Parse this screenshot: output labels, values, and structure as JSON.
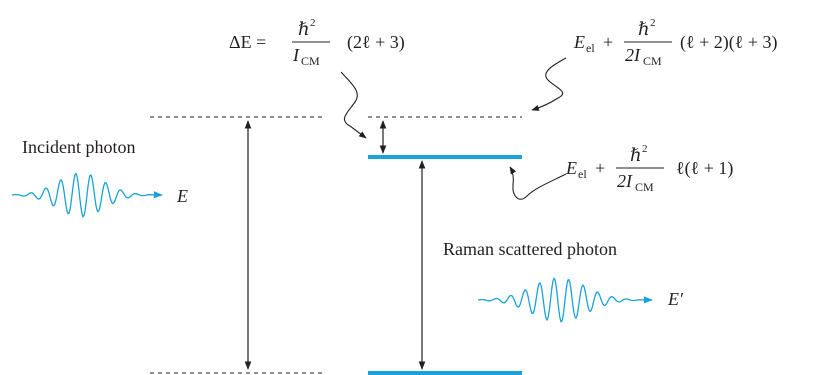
{
  "colors": {
    "photon": "#1aa3d9",
    "level": "#1aa3d9",
    "ink": "#231f20"
  },
  "labels": {
    "incident": "Incident photon",
    "raman": "Raman scattered photon",
    "E": "E",
    "Eprime": "E′"
  },
  "delta_e": {
    "lhs": "ΔE =",
    "num": "ℏ",
    "num_sup": "2",
    "den": "I",
    "den_sub": "CM",
    "factor": "(2ℓ + 3)"
  },
  "upper_energy": {
    "E": "E",
    "E_sub": "el",
    "plus": "+",
    "num": "ℏ",
    "num_sup": "2",
    "den": "2I",
    "den_sub": "CM",
    "factor": "(ℓ + 2)(ℓ + 3)"
  },
  "lower_energy": {
    "E": "E",
    "E_sub": "el",
    "plus": "+",
    "num": "ℏ",
    "num_sup": "2",
    "den": "2I",
    "den_sub": "CM",
    "factor": "ℓ(ℓ + 1)"
  }
}
